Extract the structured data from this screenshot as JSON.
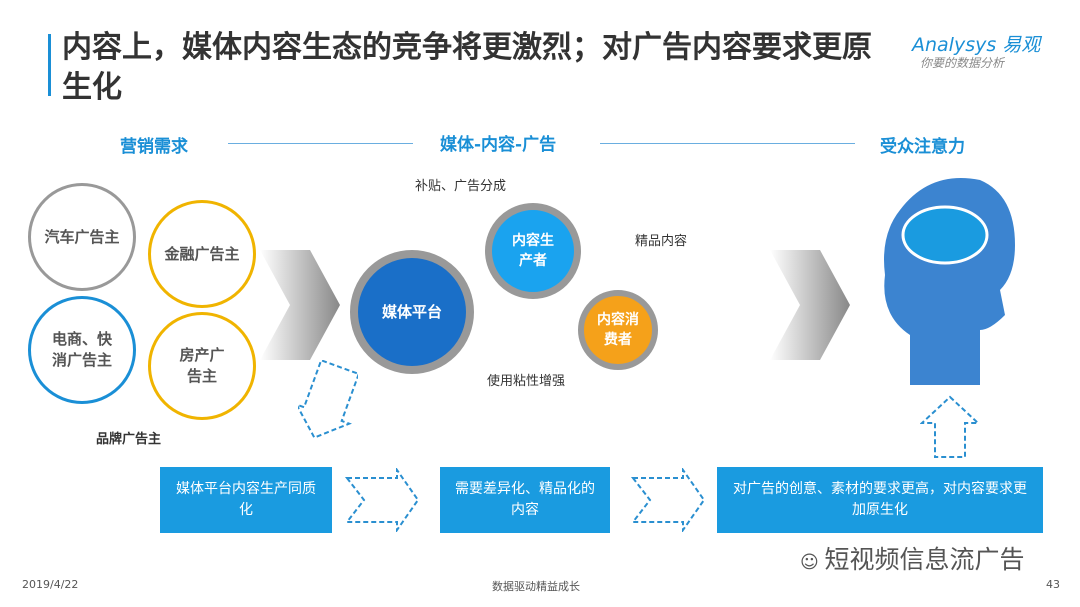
{
  "title": "内容上，媒体内容生态的竞争将更激烈；对广告内容要求更原生化",
  "logo": {
    "brand": "Analysys 易观",
    "slogan": "你要的数据分析"
  },
  "stages": [
    "营销需求",
    "媒体-内容-广告",
    "受众注意力"
  ],
  "advertisers": [
    "汽车广告主",
    "金融广告主",
    "电商、快消广告主",
    "房产广告主"
  ],
  "advertisers_label": "品牌广告主",
  "gears": {
    "platform": "媒体平台",
    "producer": "内容生产者",
    "consumer": "内容消费者"
  },
  "flow_labels": {
    "subsidy": "补贴、广告分成",
    "quality": "精品内容",
    "stickiness": "使用粘性增强"
  },
  "boxes": [
    "媒体平台内容生产同质化",
    "需要差异化、精品化的内容",
    "对广告的创意、素材的要求更高，对内容要求更加原生化"
  ],
  "watermark": "短视频信息流广告",
  "footer": {
    "date": "2019/4/22",
    "center": "数据驱动精益成长",
    "page": "43"
  }
}
